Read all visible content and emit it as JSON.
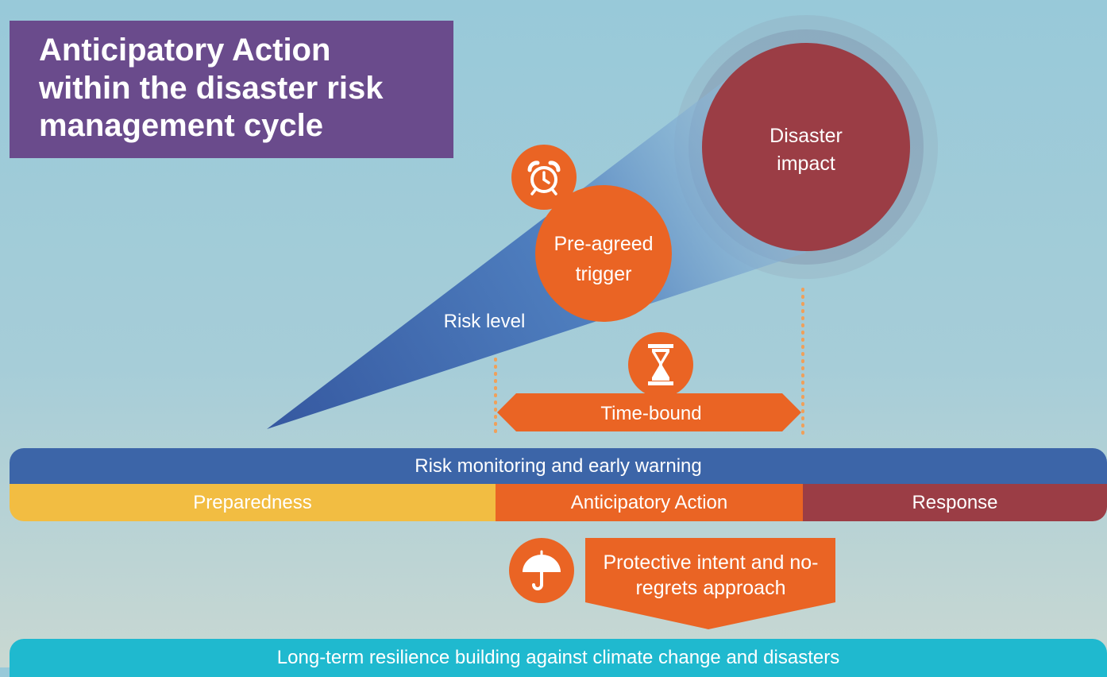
{
  "title": "Anticipatory Action within the disaster risk management cycle",
  "diagram": {
    "disaster_impact": "Disaster impact",
    "trigger": "Pre-agreed trigger",
    "risk_level": "Risk level",
    "time_bound": "Time-bound"
  },
  "bars": {
    "monitoring": "Risk monitoring and early warning",
    "preparedness": "Preparedness",
    "anticipatory_action": "Anticipatory Action",
    "response": "Response",
    "resilience": "Long-term resilience building against climate change and disasters"
  },
  "protective": "Protective intent and no-regrets approach",
  "icons": {
    "alarm": "alarm-clock-icon",
    "hourglass": "hourglass-icon",
    "umbrella": "umbrella-icon"
  },
  "colors": {
    "purple": "#6a4b8c",
    "orange": "#ea6424",
    "blue": "#3c65a8",
    "yellow": "#f2bd42",
    "maroon": "#9b3d45",
    "teal": "#1fb9cf"
  }
}
